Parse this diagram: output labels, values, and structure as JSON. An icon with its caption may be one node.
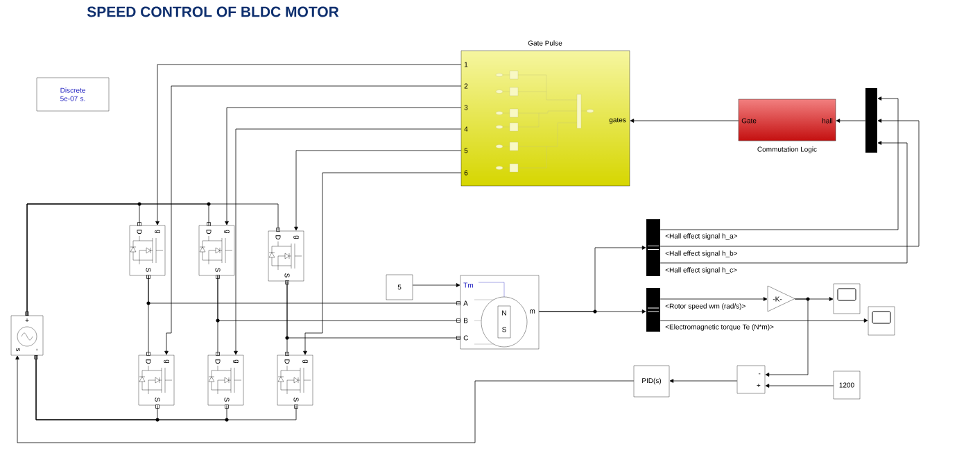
{
  "diagram": {
    "title": "SPEED CONTROL OF BLDC MOTOR",
    "nodes": [
      {
        "text": [
          "Discrete 5e-07 s."
        ]
      },
      {
        "text": [
          "Gate Pulse",
          "1",
          "2",
          "3",
          "4",
          "5",
          "6",
          "gates"
        ]
      },
      {
        "text": [
          "Gate",
          "hall",
          "Commutation Logic"
        ]
      },
      {
        "text": [],
        "shape": "bar"
      },
      {
        "text": [
          "D",
          "g",
          "S"
        ]
      },
      {
        "text": [
          "D",
          "g",
          "S"
        ]
      },
      {
        "text": [
          "D",
          "g",
          "S"
        ]
      },
      {
        "text": [
          "D",
          "g",
          "S"
        ]
      },
      {
        "text": [
          "D",
          "g",
          "S"
        ]
      },
      {
        "text": [
          "D",
          "g",
          "S"
        ]
      },
      {
        "text": [
          "+",
          "s",
          "-"
        ]
      },
      {
        "text": [
          "5"
        ]
      },
      {
        "text": [
          "Tm",
          "A",
          "B",
          "C",
          "N",
          "S",
          "m"
        ]
      },
      {
        "text": [],
        "shape": "bar"
      },
      {
        "text": [],
        "shape": "bar"
      },
      {
        "text": [
          "-K-"
        ]
      },
      {
        "text": [],
        "shape": "box"
      },
      {
        "text": [],
        "shape": "box"
      },
      {
        "text": [
          "-",
          "+"
        ]
      },
      {
        "text": [
          "1200"
        ]
      },
      {
        "text": [
          "PID(s)"
        ]
      }
    ],
    "edges": [
      {
        "from": 1,
        "to": 4,
        "arrow": "to"
      },
      {
        "from": 1,
        "to": 7,
        "arrow": "to"
      },
      {
        "from": 1,
        "to": 5,
        "arrow": "to"
      },
      {
        "from": 1,
        "to": 8,
        "arrow": "to"
      },
      {
        "from": 1,
        "to": 6,
        "arrow": "to"
      },
      {
        "from": 1,
        "to": 9,
        "arrow": "to"
      },
      {
        "from": 2,
        "to": 1,
        "arrow": "to"
      },
      {
        "from": 3,
        "to": 2,
        "arrow": "to"
      },
      {
        "from": 13,
        "to": 3,
        "arrow": "to",
        "label": "<Hall effect signal h_a>"
      },
      {
        "from": 13,
        "to": 3,
        "arrow": "to",
        "label": "<Hall effect signal h_b>"
      },
      {
        "from": 13,
        "to": 3,
        "arrow": "to",
        "label": "<Hall effect signal h_c>"
      },
      {
        "from": 11,
        "to": 12,
        "arrow": "to"
      },
      {
        "from": 12,
        "to": 13,
        "arrow": "to"
      },
      {
        "from": 12,
        "to": 14,
        "arrow": "to"
      },
      {
        "from": 14,
        "to": 15,
        "arrow": "to",
        "label": "<Rotor speed wm (rad/s)>"
      },
      {
        "from": 14,
        "to": 17,
        "arrow": "to",
        "label": "<Electromagnetic torque Te (N*m)>"
      },
      {
        "from": 15,
        "to": 16,
        "arrow": "to"
      },
      {
        "from": 15,
        "to": 18,
        "arrow": "to"
      },
      {
        "from": 19,
        "to": 18,
        "arrow": "to"
      },
      {
        "from": 18,
        "to": 20,
        "arrow": "to"
      },
      {
        "from": 20,
        "to": 10,
        "arrow": "to"
      },
      {
        "from": 10,
        "to": 4,
        "arrow": "none"
      },
      {
        "from": 10,
        "to": 5,
        "arrow": "none"
      },
      {
        "from": 10,
        "to": 6,
        "arrow": "none"
      },
      {
        "from": 4,
        "to": 7,
        "arrow": "none"
      },
      {
        "from": 5,
        "to": 8,
        "arrow": "none"
      },
      {
        "from": 6,
        "to": 9,
        "arrow": "none"
      },
      {
        "from": 4,
        "to": 12,
        "arrow": "none"
      },
      {
        "from": 5,
        "to": 12,
        "arrow": "none"
      },
      {
        "from": 6,
        "to": 12,
        "arrow": "none"
      },
      {
        "from": 7,
        "to": 10,
        "arrow": "none"
      },
      {
        "from": 8,
        "to": 10,
        "arrow": "none"
      },
      {
        "from": 9,
        "to": 10,
        "arrow": "none"
      }
    ]
  }
}
